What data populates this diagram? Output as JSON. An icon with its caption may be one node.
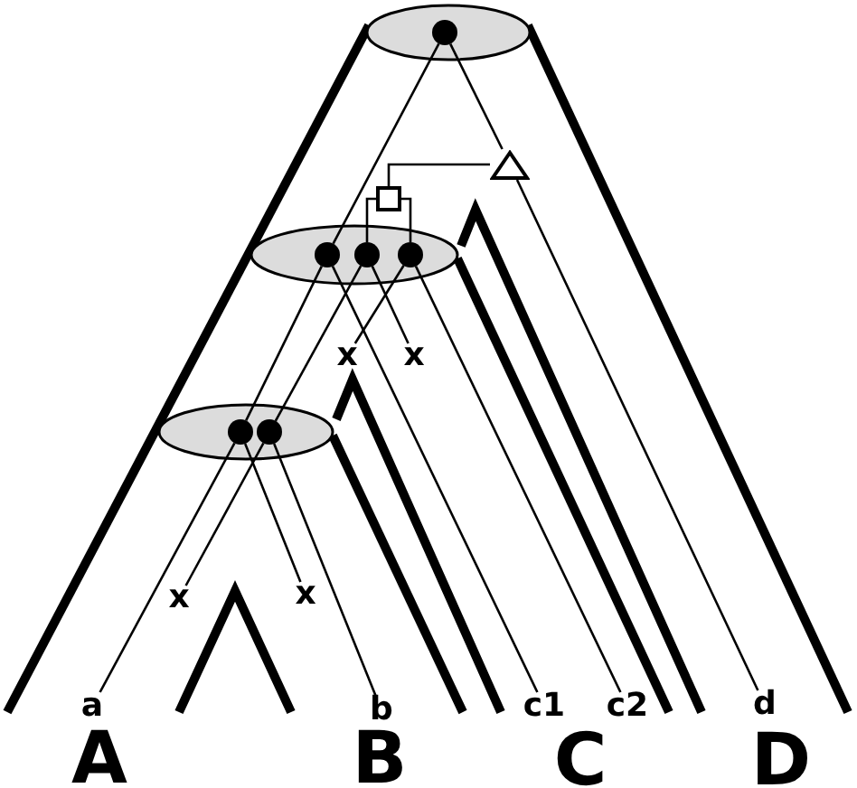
{
  "diagram": {
    "nodes": [
      {
        "text": [],
        "shape": "circle"
      },
      {
        "text": [],
        "shape": "triangle"
      },
      {
        "text": [],
        "shape": "box"
      },
      {
        "text": [],
        "shape": "circle"
      },
      {
        "text": [],
        "shape": "circle"
      },
      {
        "text": [],
        "shape": "circle"
      },
      {
        "text": [],
        "shape": "circle"
      },
      {
        "text": [],
        "shape": "circle"
      },
      {
        "text": [
          "x"
        ]
      },
      {
        "text": [
          "x"
        ]
      },
      {
        "text": [
          "x"
        ]
      },
      {
        "text": [
          "x"
        ]
      },
      {
        "text": [
          "a"
        ]
      },
      {
        "text": [
          "b"
        ]
      },
      {
        "text": [
          "c1"
        ]
      },
      {
        "text": [
          "c2"
        ]
      },
      {
        "text": [
          "d"
        ]
      }
    ],
    "edges": [
      {
        "from": 0,
        "to": 3,
        "arrow": "none"
      },
      {
        "from": 0,
        "to": 1,
        "arrow": "none"
      },
      {
        "from": 1,
        "to": 16,
        "arrow": "none"
      },
      {
        "from": 1,
        "to": 2,
        "arrow": "none"
      },
      {
        "from": 2,
        "to": 4,
        "arrow": "none"
      },
      {
        "from": 2,
        "to": 5,
        "arrow": "none"
      },
      {
        "from": 3,
        "to": 6,
        "arrow": "none"
      },
      {
        "from": 3,
        "to": 14,
        "arrow": "none"
      },
      {
        "from": 4,
        "to": 7,
        "arrow": "none"
      },
      {
        "from": 4,
        "to": 9,
        "arrow": "none"
      },
      {
        "from": 5,
        "to": 8,
        "arrow": "none"
      },
      {
        "from": 5,
        "to": 15,
        "arrow": "none"
      },
      {
        "from": 6,
        "to": 12,
        "arrow": "none"
      },
      {
        "from": 6,
        "to": 11,
        "arrow": "none"
      },
      {
        "from": 7,
        "to": 10,
        "arrow": "none"
      },
      {
        "from": 7,
        "to": 13,
        "arrow": "none"
      }
    ],
    "labels": [
      "A",
      "B",
      "C",
      "D"
    ]
  }
}
